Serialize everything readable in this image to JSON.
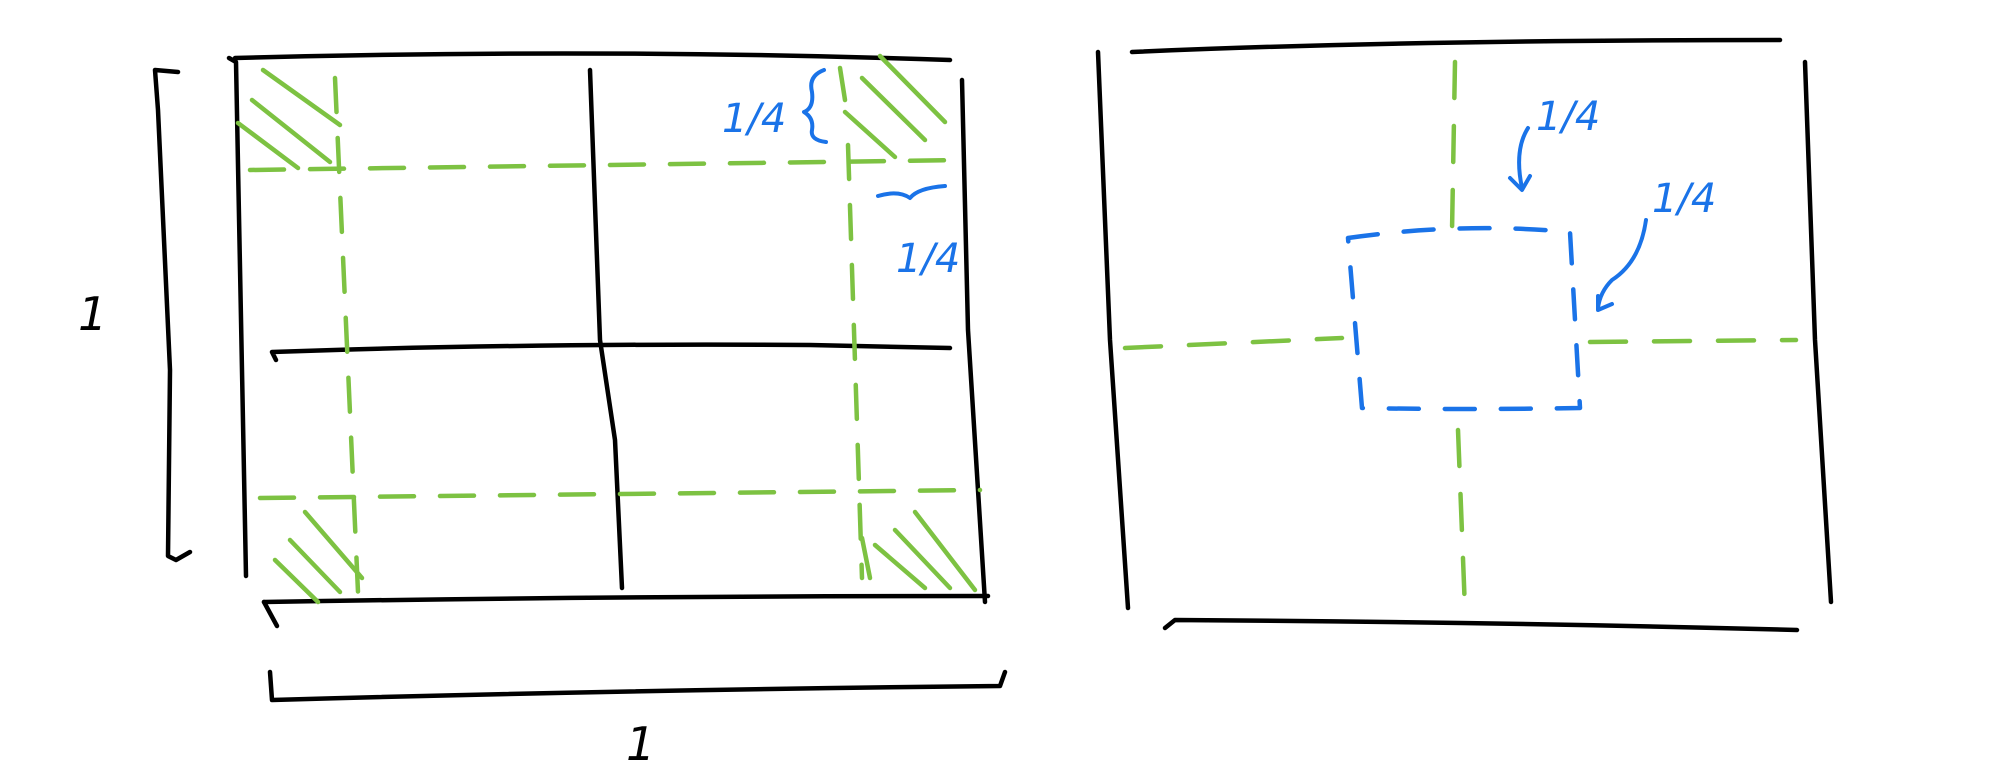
{
  "colors": {
    "outline": "#000000",
    "guide": "#7dc242",
    "annotation": "#1a73e8"
  },
  "left_panel": {
    "height_label": "1",
    "width_label": "1",
    "top_margin_label": "1/4",
    "side_margin_label": "1/4"
  },
  "right_panel": {
    "top_label": "1/4",
    "side_label": "1/4"
  }
}
